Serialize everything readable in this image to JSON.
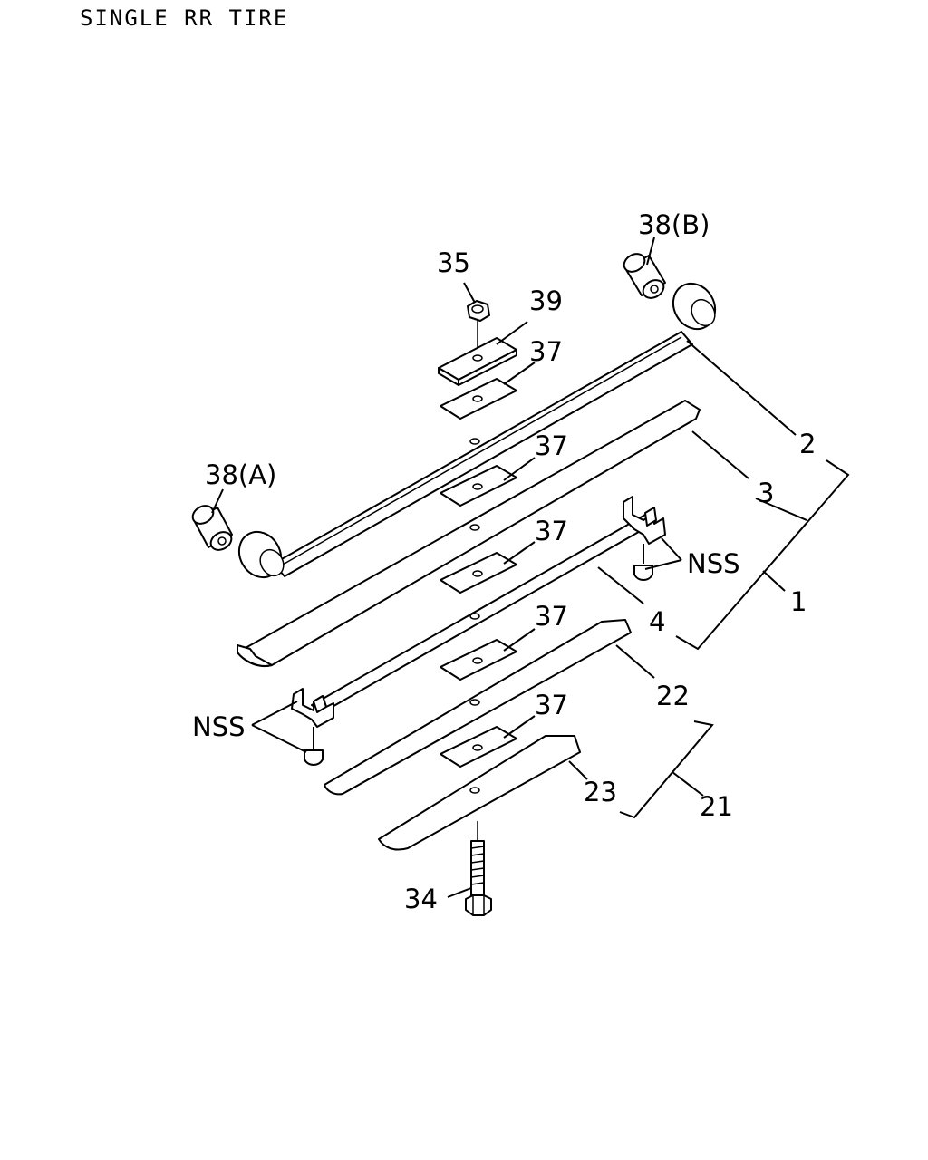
{
  "title": "SINGLE RR TIRE",
  "labels": {
    "p35": "35",
    "p39": "39",
    "p37a": "37",
    "p37b": "37",
    "p37c": "37",
    "p37d": "37",
    "p37e": "37",
    "p38b": "38(B)",
    "p38a": "38(A)",
    "p2": "2",
    "p3": "3",
    "p1": "1",
    "p4": "4",
    "nss_right": "NSS",
    "nss_left": "NSS",
    "p22": "22",
    "p23": "23",
    "p21": "21",
    "p34": "34"
  }
}
